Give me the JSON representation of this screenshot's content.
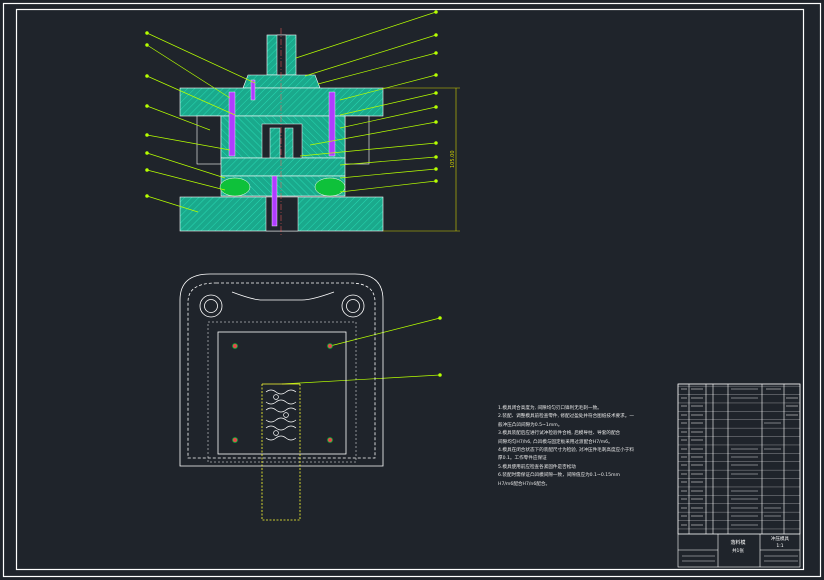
{
  "drawing": {
    "dimension_height": "105.00",
    "technical_notes": [
      "1.模具闭合高度为, 间隙均匀刃口锋利无毛刺一致。",
      "2.装配、调整模具前检查零件, 修配过盈处并符合图纸技术要求。一",
      "般冲压凸凹间隙为0.5~1mm。",
      "3.模具装配后应进行试冲检验件合格, 后模导柱、导套的配合",
      "间隙均匀H7/h6, 凸凹模与固定板采用过渡配合H7/m6。",
      "4.模具在闭合状态下的装配尺寸为检验, 对冲压件毛刺高度应小于料",
      "厚0.1。工作零件应保证",
      "5.模具使用前应检查各紧固件是否松动",
      "6.装配时需保证凸凹模间隙一致，间隙值应为0.1~0.15mm",
      "H7/m6配合H7/n6配合。"
    ],
    "title_block": {
      "company": "冲压模具",
      "part_name": "落料模",
      "scale": "1:1",
      "sheet": "共1张"
    }
  },
  "colors": {
    "background": "#1f242b",
    "frame": "#ffffff",
    "section_fill": "#1abc9c",
    "leader": "#b6ff00",
    "dimension": "#d4d400",
    "spring": "#0ec13a",
    "pin": "#b03cff",
    "hole_mark": "#e5484d",
    "strip": "#ffff33"
  },
  "icons": {
    "balloon": "leader-line-endpoint",
    "rubber": "green-elastic-block"
  }
}
